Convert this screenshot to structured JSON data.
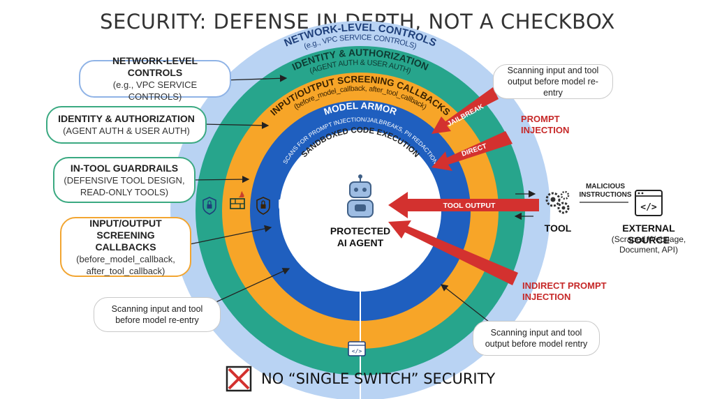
{
  "title": "SECURITY: DEFENSE IN DEPTH, NOT A CHECKBOX",
  "rings": {
    "network": "NETWORK-LEVEL CONTROLS",
    "network_sub": "(e.g., VPC SERVICE CONTROLS)",
    "identity": "IDENTITY & AUTHORIZATION",
    "identity_sub": "(AGENT AUTH & USER AUTH)",
    "io": "INPUT/OUTPUT SCREENING CALLBACKS",
    "io_sub": "(before_model_callback, after_tool_callback)",
    "armor": "MODEL ARMOR",
    "armor_sub": "SCANS FOR PROMPT INJECTION/JAILBREAKS, PII REDACTION",
    "sandbox": "SANDBOXED CODE EXECUTION",
    "core_line1": "PROTECTED",
    "core_line2": "AI AGENT"
  },
  "callouts": {
    "network_title": "NETWORK-LEVEL CONTROLS",
    "network_sub": "(e.g., VPC SERVICE CONTROLS)",
    "identity_title": "IDENTITY & AUTHORIZATION",
    "identity_sub": "(AGENT AUTH & USER AUTH)",
    "tool_title": "IN-TOOL GUARDRAILS",
    "tool_sub1": "(DEFENSIVE TOOL DESIGN,",
    "tool_sub2": "READ-ONLY TOOLS)",
    "io_title1": "INPUT/OUTPUT",
    "io_title2": "SCREENING CALLBACKS",
    "io_sub1": "(before_model_callback,",
    "io_sub2": "after_tool_callback)"
  },
  "notes": {
    "top_right": "Scanning input and tool output before model re-entry",
    "bottom_left": "Scanning input and tool before model re-entry",
    "bottom_right": "Scanning input and tool output before model rentry"
  },
  "threats": {
    "jailbreak": "JAILBREAK",
    "direct": "DIRECT",
    "prompt_injection_1": "PROMPT",
    "prompt_injection_2": "INJECTION",
    "tool_output": "TOOL OUTPUT",
    "indirect_1": "INDIRECT PROMPT",
    "indirect_2": "INJECTION",
    "malicious_1": "MALICIOUS",
    "malicious_2": "INSTRUCTIONS"
  },
  "tool": {
    "label": "TOOL"
  },
  "external": {
    "label": "EXTERNAL SOURCE",
    "sub1": "(Scraped Webpage,",
    "sub2": "Document, API)"
  },
  "footer": {
    "text": "NO “SINGLE SWITCH” SECURITY"
  },
  "colors": {
    "network_ring": "#b9d3f3",
    "identity_ring": "#27a58c",
    "io_ring": "#f7a528",
    "armor_ring": "#1f5fbf",
    "threat_red": "#d3312f",
    "green_border": "#3aa981",
    "orange_border": "#f2a531",
    "blue_border": "#8fb3e6"
  },
  "icons": [
    "lock-shield-icon",
    "firewall-icon",
    "lock-shield-orange-icon",
    "check-shield-icon",
    "robot-icon",
    "gears-icon",
    "code-window-icon"
  ]
}
